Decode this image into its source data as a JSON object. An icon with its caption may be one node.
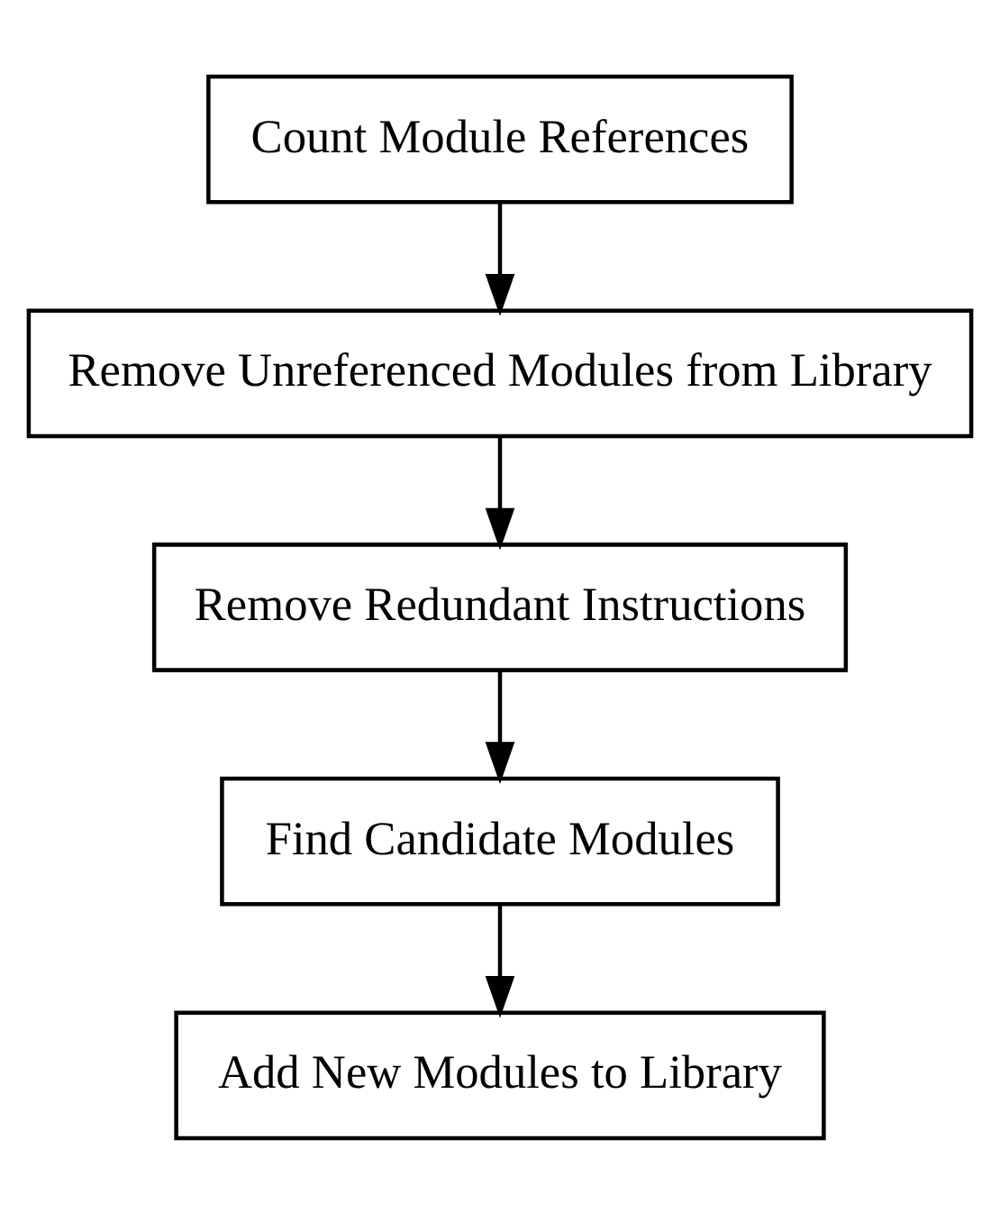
{
  "diagram": {
    "nodes": [
      {
        "text": [
          "Count Module References"
        ]
      },
      {
        "text": [
          "Remove Unreferenced Modules from Library"
        ]
      },
      {
        "text": [
          "Remove Redundant Instructions"
        ]
      },
      {
        "text": [
          "Find Candidate Modules"
        ]
      },
      {
        "text": [
          "Add New Modules to Library"
        ]
      }
    ],
    "edges": [
      {
        "from": 0,
        "to": 1,
        "arrow": "to"
      },
      {
        "from": 1,
        "to": 2,
        "arrow": "to"
      },
      {
        "from": 2,
        "to": 3,
        "arrow": "to"
      },
      {
        "from": 3,
        "to": 4,
        "arrow": "to"
      }
    ]
  }
}
